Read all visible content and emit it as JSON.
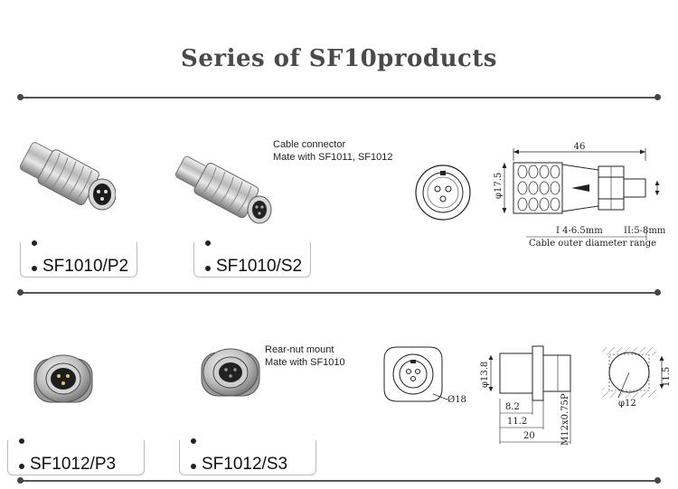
{
  "title": "Series of SF10products",
  "section1": {
    "note_line1": "Cable connector",
    "note_line2": "Mate with SF1011, SF1012",
    "products": [
      {
        "label": "SF1010/P2"
      },
      {
        "label": "SF1010/S2"
      }
    ],
    "drawing": {
      "length": "46",
      "diameter": "φ17.5",
      "range_1": "I  4-6.5mm",
      "range_2": "II:5-8mm",
      "caption": "Cable outer diameter range"
    }
  },
  "section2": {
    "note_line1": "Rear-nut mount",
    "note_line2": "Mate with SF1010",
    "products": [
      {
        "label": "SF1012/P3"
      },
      {
        "label": "SF1012/S3"
      }
    ],
    "drawing": {
      "flange": "Ø18",
      "body_dia": "φ13.8",
      "d1": "8.2",
      "d2": "11.2",
      "d3": "20",
      "thread": "M12x0.75P",
      "cutout_dia": "φ12",
      "cutout_flat": "11.5"
    }
  }
}
